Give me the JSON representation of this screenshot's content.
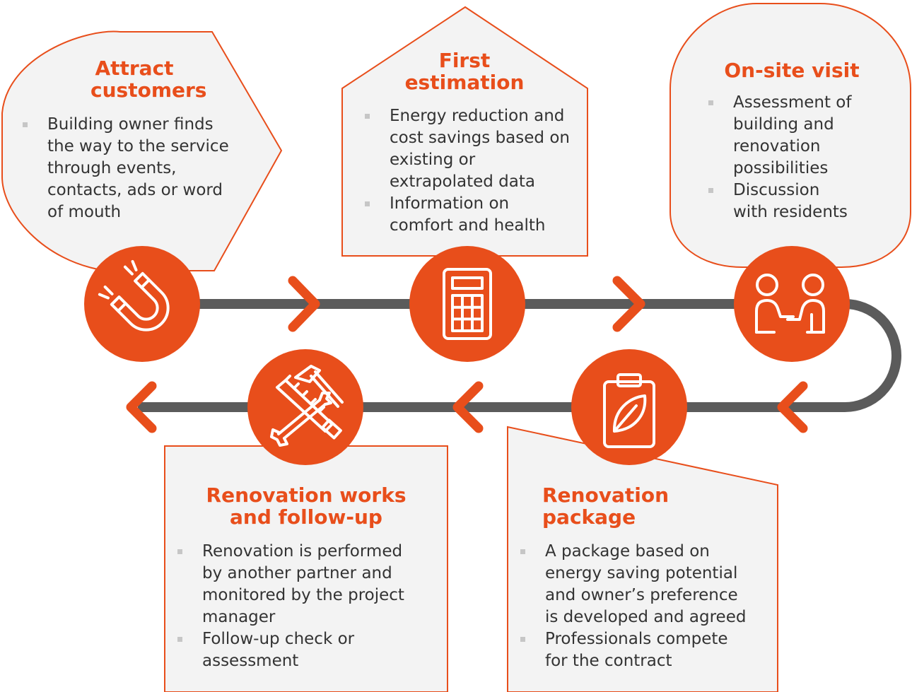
{
  "colors": {
    "accent": "#e84e1b",
    "track": "#5b5b5b",
    "box_fill": "#f3f3f3",
    "text": "#333333",
    "bullet": "#c6c6c6"
  },
  "steps": [
    {
      "title": "Attract customers",
      "icon": "magnet-icon",
      "bullets": [
        "Building owner finds the way to the service through events, contacts, ads or word of mouth"
      ]
    },
    {
      "title": "First estimation",
      "icon": "calculator-icon",
      "bullets": [
        "Energy reduction and cost savings based on existing or extrapolated data",
        "Information on comfort and health"
      ]
    },
    {
      "title": "On-site visit",
      "icon": "meeting-icon",
      "bullets": [
        "Assessment of building and renovation possibilities",
        "Discussion with residents"
      ]
    },
    {
      "title": "Renovation package",
      "icon": "clipboard-leaf-icon",
      "bullets": [
        "A package based on energy saving potential and owner’s preference is developed and agreed",
        "Professionals compete for the contract"
      ]
    },
    {
      "title": "Renovation works and follow-up",
      "icon": "tools-icon",
      "bullets": [
        "Renovation is performed by another partner and monitored by the project manager",
        "Follow-up check or assessment"
      ]
    }
  ]
}
